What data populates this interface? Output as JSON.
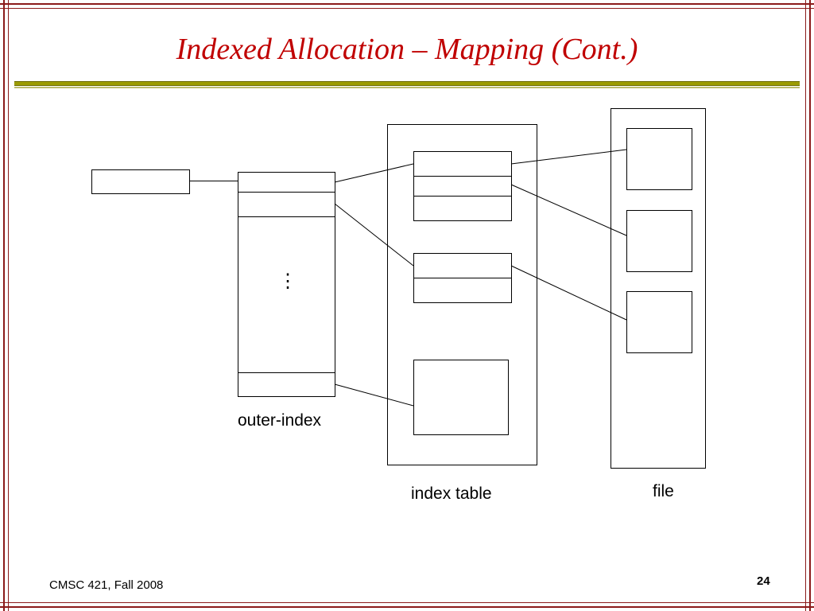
{
  "slide": {
    "title": "Indexed Allocation – Mapping (Cont.)",
    "accent_color": "#c00000",
    "frame_color": "#8b1a1a",
    "rule_color": "#9c9c00"
  },
  "diagram": {
    "outer_index_label": "outer-index",
    "index_table_label": "index table",
    "file_label": "file",
    "ellipsis": "⋮"
  },
  "footer": {
    "course": "CMSC 421, Fall 2008",
    "page_number": "24"
  }
}
